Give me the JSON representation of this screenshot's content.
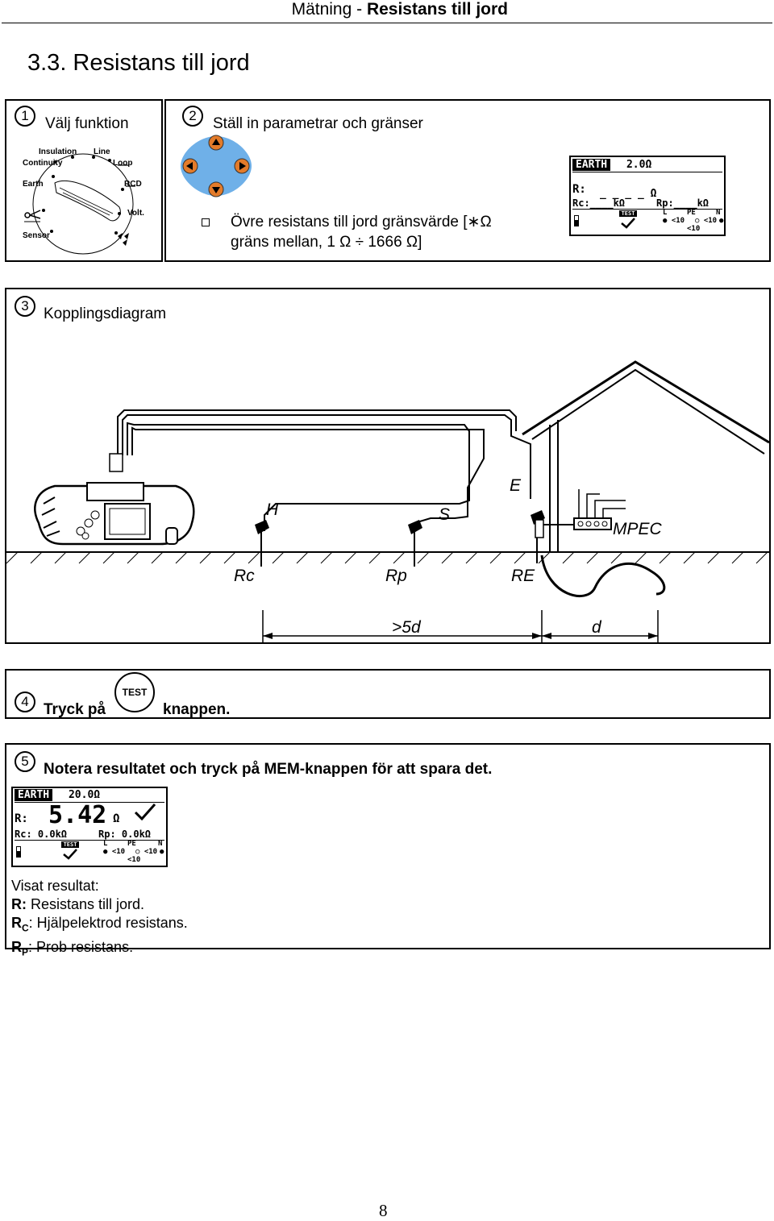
{
  "header": {
    "prefix": "Mätning - ",
    "title_bold": "Resistans till jord"
  },
  "section_title": "3.3. Resistans till jord",
  "steps": [
    {
      "num": "1",
      "label": "Välj funktion"
    },
    {
      "num": "2",
      "label": "Ställ in parametrar och gränser"
    },
    {
      "num": "3",
      "label": "Kopplingsdiagram"
    },
    {
      "num": "4",
      "label_before": "Tryck på",
      "button": "TEST",
      "label_after": "knappen."
    },
    {
      "num": "5",
      "label": "Notera resultatet och tryck på MEM-knappen för att spara det."
    }
  ],
  "dial": {
    "insulation": "Insulation",
    "continuity": "Continuity",
    "line": "Line",
    "loop": "Loop",
    "earth": "Earth",
    "rcd": "RCD",
    "volt": "Volt.",
    "sensor": "Sensor"
  },
  "param": {
    "line1": "Övre resistans till jord gränsvärde [∗Ω",
    "line2": "gräns mellan, 1 Ω ÷ 1666 Ω]"
  },
  "lcd1": {
    "func": "EARTH",
    "limit": "2.0Ω",
    "r_label": "R:",
    "r_value": "_ _ _ _ Ω",
    "rc": "Rc:____kΩ",
    "rp": "Rp:____kΩ",
    "test": "TEST",
    "l": "L",
    "pe": "PE",
    "n": "N",
    "lt10": "<10"
  },
  "lcd2": {
    "func": "EARTH",
    "limit": "20.0Ω",
    "r_label": "R:",
    "r_value": "5.42",
    "r_unit": "Ω",
    "rc": "Rc: 0.0kΩ",
    "rp": "Rp: 0.0kΩ",
    "test": "TEST",
    "l": "L",
    "pe": "PE",
    "n": "N",
    "lt10": "<10"
  },
  "diagram": {
    "h": "H",
    "s": "S",
    "e": "E",
    "mpec": "MPEC",
    "rc": "Rc",
    "rp": "Rp",
    "re": "RE",
    "dist1": ">5d",
    "dist2": "d"
  },
  "result": {
    "heading": "Visat resultat:",
    "r_key": "R:",
    "r_text": " Resistans till jord.",
    "rc_key": "R",
    "rc_sub": "C",
    "rc_text": ": Hjälpelektrod resistans.",
    "rp_key": "R",
    "rp_sub": "P",
    "rp_text": ": Prob resistans."
  },
  "page_number": "8"
}
